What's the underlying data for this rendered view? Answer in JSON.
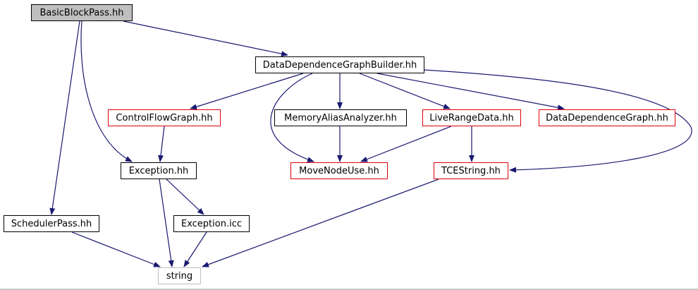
{
  "graph": {
    "edge_color": "#191970",
    "nodes": [
      {
        "id": "basicblockpass",
        "label": "BasicBlockPass.hh",
        "style": "current"
      },
      {
        "id": "ddgbuilder",
        "label": "DataDependenceGraphBuilder.hh",
        "style": "black"
      },
      {
        "id": "controlflowgraph",
        "label": "ControlFlowGraph.hh",
        "style": "red"
      },
      {
        "id": "memoryaliasanalyzer",
        "label": "MemoryAliasAnalyzer.hh",
        "style": "black"
      },
      {
        "id": "liverangedata",
        "label": "LiveRangeData.hh",
        "style": "red"
      },
      {
        "id": "ddg",
        "label": "DataDependenceGraph.hh",
        "style": "red"
      },
      {
        "id": "exception",
        "label": "Exception.hh",
        "style": "black"
      },
      {
        "id": "movenodeuse",
        "label": "MoveNodeUse.hh",
        "style": "red"
      },
      {
        "id": "tcestring",
        "label": "TCEString.hh",
        "style": "red"
      },
      {
        "id": "schedulerpass",
        "label": "SchedulerPass.hh",
        "style": "black"
      },
      {
        "id": "exceptionicc",
        "label": "Exception.icc",
        "style": "black"
      },
      {
        "id": "string",
        "label": "string",
        "style": "grey"
      }
    ],
    "edges": [
      {
        "from": "basicblockpass",
        "to": "ddgbuilder"
      },
      {
        "from": "basicblockpass",
        "to": "exception"
      },
      {
        "from": "basicblockpass",
        "to": "schedulerpass"
      },
      {
        "from": "ddgbuilder",
        "to": "controlflowgraph"
      },
      {
        "from": "ddgbuilder",
        "to": "memoryaliasanalyzer"
      },
      {
        "from": "ddgbuilder",
        "to": "liverangedata"
      },
      {
        "from": "ddgbuilder",
        "to": "ddg"
      },
      {
        "from": "ddgbuilder",
        "to": "movenodeuse"
      },
      {
        "from": "ddgbuilder",
        "to": "tcestring"
      },
      {
        "from": "controlflowgraph",
        "to": "exception"
      },
      {
        "from": "memoryaliasanalyzer",
        "to": "movenodeuse"
      },
      {
        "from": "liverangedata",
        "to": "movenodeuse"
      },
      {
        "from": "liverangedata",
        "to": "tcestring"
      },
      {
        "from": "exception",
        "to": "exceptionicc"
      },
      {
        "from": "exception",
        "to": "string"
      },
      {
        "from": "exceptionicc",
        "to": "string"
      },
      {
        "from": "schedulerpass",
        "to": "string"
      },
      {
        "from": "tcestring",
        "to": "string"
      }
    ]
  }
}
